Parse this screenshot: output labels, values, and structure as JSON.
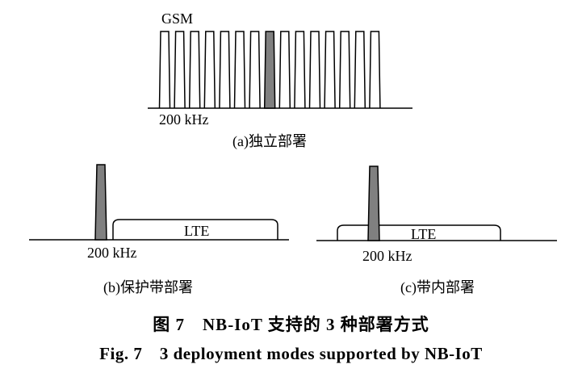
{
  "panel_a": {
    "carrier_label": "GSM",
    "spacing_label": "200 kHz",
    "caption": "(a)独立部署",
    "carrier_count": 15,
    "highlighted_index": 7
  },
  "panel_b": {
    "band_label": "LTE",
    "spacing_label": "200 kHz",
    "caption": "(b)保护带部署"
  },
  "panel_c": {
    "band_label": "LTE",
    "spacing_label": "200 kHz",
    "caption": "(c)带内部署"
  },
  "figure_caption_cn": "图 7　NB-IoT 支持的 3 种部署方式",
  "figure_caption_en": "Fig. 7　3 deployment modes supported by NB-IoT",
  "colors": {
    "highlight": "#808080",
    "line": "#000000"
  }
}
